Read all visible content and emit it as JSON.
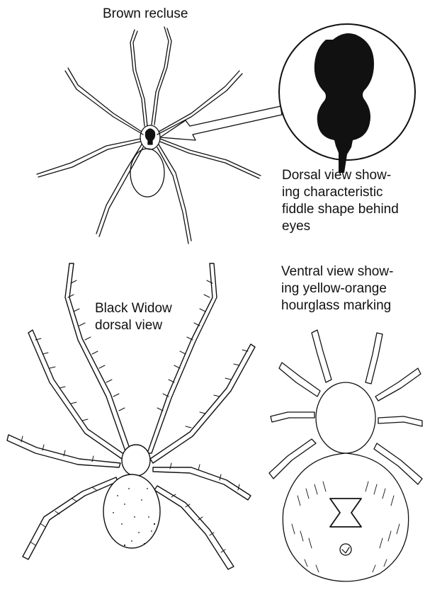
{
  "labels": {
    "brown_recluse": "Brown recluse",
    "dorsal_caption": [
      "Dorsal view show-",
      "ing characteristic",
      "fiddle shape behind",
      "eyes"
    ],
    "ventral_caption": [
      "Ventral view show-",
      "ing yellow-orange",
      "hourglass marking"
    ],
    "black_widow": [
      "Black Widow",
      "dorsal view"
    ]
  }
}
